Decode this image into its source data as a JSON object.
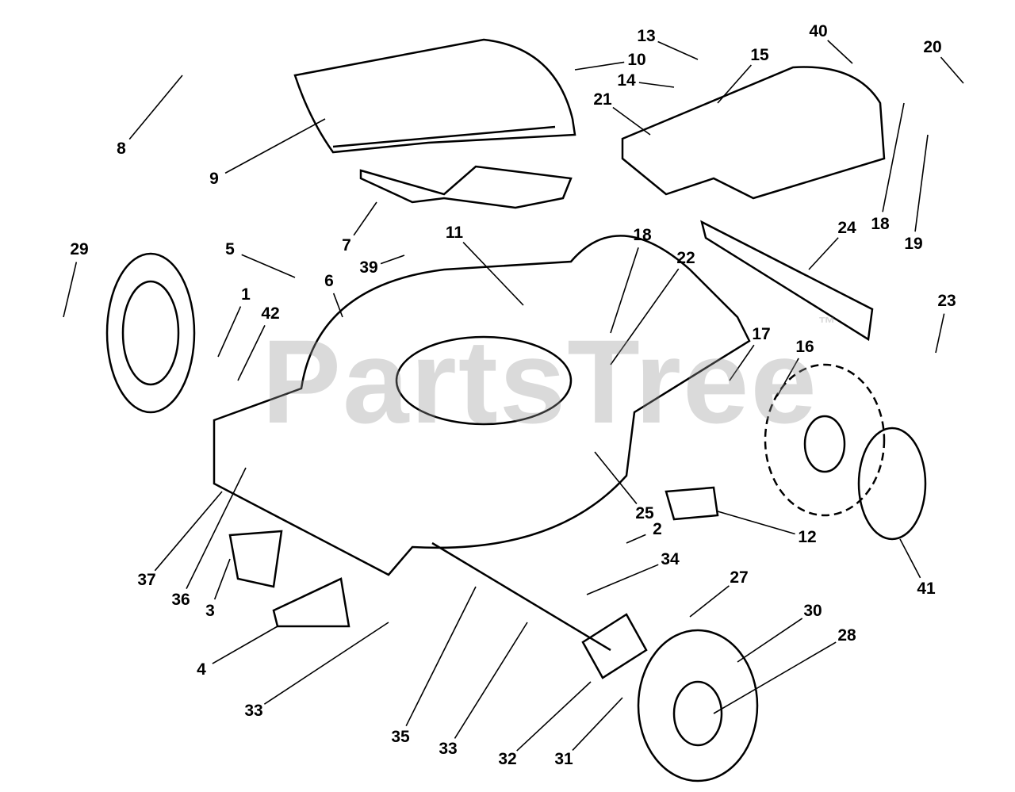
{
  "diagram": {
    "watermark": "PartsTree",
    "watermark_mark": "™",
    "part_labels": [
      "8",
      "9",
      "10",
      "13",
      "14",
      "15",
      "40",
      "20",
      "21",
      "18",
      "19",
      "24",
      "7",
      "39",
      "11",
      "18",
      "22",
      "29",
      "5",
      "6",
      "1",
      "42",
      "23",
      "17",
      "16",
      "25",
      "12",
      "2",
      "34",
      "27",
      "30",
      "28",
      "41",
      "37",
      "36",
      "3",
      "4",
      "33",
      "35",
      "33",
      "32",
      "31"
    ],
    "line_color": "#000000",
    "background": "#ffffff"
  }
}
